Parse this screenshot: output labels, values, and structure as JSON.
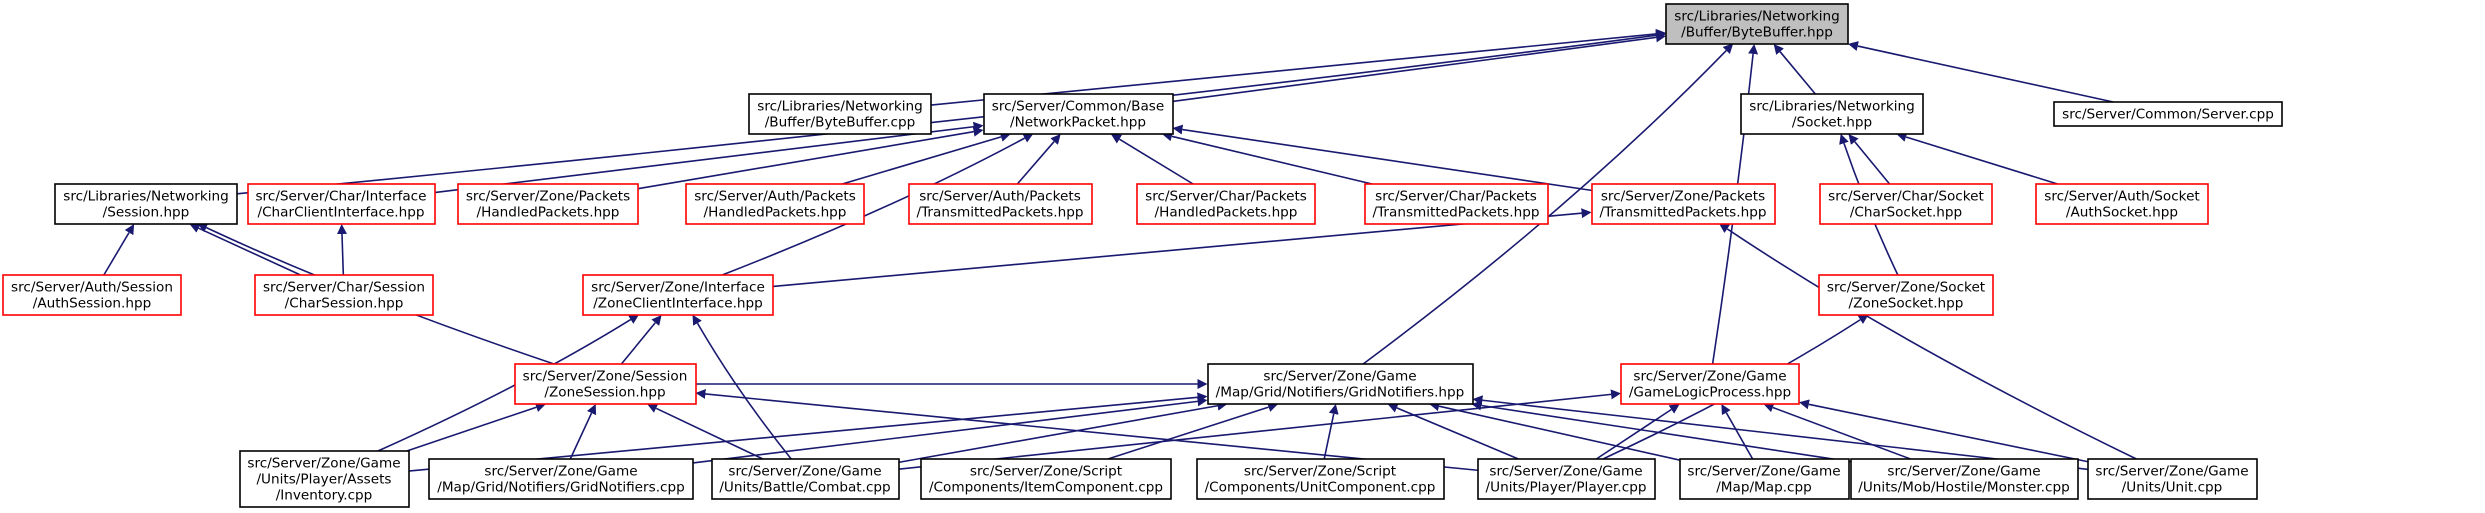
{
  "colors": {
    "edge": "#191970",
    "root_fill": "#bfbfbf",
    "root_border": "#000000",
    "normal_border": "#000000",
    "truncated_border": "#ff0000",
    "node_fill": "#ffffff"
  },
  "nodes": [
    {
      "id": "bytebuffer_hpp",
      "lines": [
        "src/Libraries/Networking",
        "/Buffer/ByteBuffer.hpp"
      ],
      "style": "root"
    },
    {
      "id": "bytebuffer_cpp",
      "lines": [
        "src/Libraries/Networking",
        "/Buffer/ByteBuffer.cpp"
      ],
      "style": "normal"
    },
    {
      "id": "networkpacket_hpp",
      "lines": [
        "src/Server/Common/Base",
        "/NetworkPacket.hpp"
      ],
      "style": "normal"
    },
    {
      "id": "socket_hpp",
      "lines": [
        "src/Libraries/Networking",
        "/Socket.hpp"
      ],
      "style": "normal"
    },
    {
      "id": "server_cpp",
      "lines": [
        "src/Server/Common/Server.cpp"
      ],
      "style": "normal"
    },
    {
      "id": "session_hpp",
      "lines": [
        "src/Libraries/Networking",
        "/Session.hpp"
      ],
      "style": "normal"
    },
    {
      "id": "charclientinterface_hpp",
      "lines": [
        "src/Server/Char/Interface",
        "/CharClientInterface.hpp"
      ],
      "style": "truncated"
    },
    {
      "id": "zone_handledpackets_hpp",
      "lines": [
        "src/Server/Zone/Packets",
        "/HandledPackets.hpp"
      ],
      "style": "truncated"
    },
    {
      "id": "auth_handledpackets_hpp",
      "lines": [
        "src/Server/Auth/Packets",
        "/HandledPackets.hpp"
      ],
      "style": "truncated"
    },
    {
      "id": "auth_transmittedpackets_hpp",
      "lines": [
        "src/Server/Auth/Packets",
        "/TransmittedPackets.hpp"
      ],
      "style": "truncated"
    },
    {
      "id": "char_handledpackets_hpp",
      "lines": [
        "src/Server/Char/Packets",
        "/HandledPackets.hpp"
      ],
      "style": "truncated"
    },
    {
      "id": "char_transmittedpackets_hpp",
      "lines": [
        "src/Server/Char/Packets",
        "/TransmittedPackets.hpp"
      ],
      "style": "truncated"
    },
    {
      "id": "zone_transmittedpackets_hpp",
      "lines": [
        "src/Server/Zone/Packets",
        "/TransmittedPackets.hpp"
      ],
      "style": "truncated"
    },
    {
      "id": "charsocket_hpp",
      "lines": [
        "src/Server/Char/Socket",
        "/CharSocket.hpp"
      ],
      "style": "truncated"
    },
    {
      "id": "authsocket_hpp",
      "lines": [
        "src/Server/Auth/Socket",
        "/AuthSocket.hpp"
      ],
      "style": "truncated"
    },
    {
      "id": "authsession_hpp",
      "lines": [
        "src/Server/Auth/Session",
        "/AuthSession.hpp"
      ],
      "style": "truncated"
    },
    {
      "id": "charsession_hpp",
      "lines": [
        "src/Server/Char/Session",
        "/CharSession.hpp"
      ],
      "style": "truncated"
    },
    {
      "id": "zoneclientinterface_hpp",
      "lines": [
        "src/Server/Zone/Interface",
        "/ZoneClientInterface.hpp"
      ],
      "style": "truncated"
    },
    {
      "id": "zonesocket_hpp",
      "lines": [
        "src/Server/Zone/Socket",
        "/ZoneSocket.hpp"
      ],
      "style": "truncated"
    },
    {
      "id": "zonesession_hpp",
      "lines": [
        "src/Server/Zone/Session",
        "/ZoneSession.hpp"
      ],
      "style": "truncated"
    },
    {
      "id": "gridnotifiers_hpp",
      "lines": [
        "src/Server/Zone/Game",
        "/Map/Grid/Notifiers/GridNotifiers.hpp"
      ],
      "style": "normal"
    },
    {
      "id": "gamelogicprocess_hpp",
      "lines": [
        "src/Server/Zone/Game",
        "/GameLogicProcess.hpp"
      ],
      "style": "truncated"
    },
    {
      "id": "inventory_cpp",
      "lines": [
        "src/Server/Zone/Game",
        "/Units/Player/Assets",
        "/Inventory.cpp"
      ],
      "style": "normal"
    },
    {
      "id": "gridnotifiers_cpp",
      "lines": [
        "src/Server/Zone/Game",
        "/Map/Grid/Notifiers/GridNotifiers.cpp"
      ],
      "style": "normal"
    },
    {
      "id": "combat_cpp",
      "lines": [
        "src/Server/Zone/Game",
        "/Units/Battle/Combat.cpp"
      ],
      "style": "normal"
    },
    {
      "id": "itemcomponent_cpp",
      "lines": [
        "src/Server/Zone/Script",
        "/Components/ItemComponent.cpp"
      ],
      "style": "normal"
    },
    {
      "id": "unitcomponent_cpp",
      "lines": [
        "src/Server/Zone/Script",
        "/Components/UnitComponent.cpp"
      ],
      "style": "normal"
    },
    {
      "id": "player_cpp",
      "lines": [
        "src/Server/Zone/Game",
        "/Units/Player/Player.cpp"
      ],
      "style": "normal"
    },
    {
      "id": "map_cpp",
      "lines": [
        "src/Server/Zone/Game",
        "/Map/Map.cpp"
      ],
      "style": "normal"
    },
    {
      "id": "monster_cpp",
      "lines": [
        "src/Server/Zone/Game",
        "/Units/Mob/Hostile/Monster.cpp"
      ],
      "style": "normal"
    },
    {
      "id": "unit_cpp",
      "lines": [
        "src/Server/Zone/Game",
        "/Units/Unit.cpp"
      ],
      "style": "normal"
    }
  ],
  "edges": [
    [
      "bytebuffer_hpp",
      "bytebuffer_cpp"
    ],
    [
      "bytebuffer_hpp",
      "networkpacket_hpp"
    ],
    [
      "bytebuffer_hpp",
      "socket_hpp"
    ],
    [
      "bytebuffer_hpp",
      "server_cpp"
    ],
    [
      "bytebuffer_hpp",
      "session_hpp"
    ],
    [
      "bytebuffer_hpp",
      "gridnotifiers_hpp"
    ],
    [
      "bytebuffer_hpp",
      "gamelogicprocess_hpp"
    ],
    [
      "networkpacket_hpp",
      "charclientinterface_hpp"
    ],
    [
      "networkpacket_hpp",
      "zone_handledpackets_hpp"
    ],
    [
      "networkpacket_hpp",
      "auth_handledpackets_hpp"
    ],
    [
      "networkpacket_hpp",
      "auth_transmittedpackets_hpp"
    ],
    [
      "networkpacket_hpp",
      "char_handledpackets_hpp"
    ],
    [
      "networkpacket_hpp",
      "char_transmittedpackets_hpp"
    ],
    [
      "networkpacket_hpp",
      "zone_transmittedpackets_hpp"
    ],
    [
      "networkpacket_hpp",
      "zoneclientinterface_hpp"
    ],
    [
      "socket_hpp",
      "charsocket_hpp"
    ],
    [
      "socket_hpp",
      "authsocket_hpp"
    ],
    [
      "socket_hpp",
      "zonesocket_hpp"
    ],
    [
      "session_hpp",
      "authsession_hpp"
    ],
    [
      "session_hpp",
      "charsession_hpp"
    ],
    [
      "session_hpp",
      "zonesession_hpp"
    ],
    [
      "charclientinterface_hpp",
      "charsession_hpp"
    ],
    [
      "zone_transmittedpackets_hpp",
      "zoneclientinterface_hpp"
    ],
    [
      "zone_transmittedpackets_hpp",
      "unit_cpp"
    ],
    [
      "zoneclientinterface_hpp",
      "zonesession_hpp"
    ],
    [
      "zoneclientinterface_hpp",
      "inventory_cpp"
    ],
    [
      "zoneclientinterface_hpp",
      "combat_cpp"
    ],
    [
      "zonesocket_hpp",
      "player_cpp"
    ],
    [
      "zonesession_hpp",
      "inventory_cpp"
    ],
    [
      "zonesession_hpp",
      "gridnotifiers_cpp"
    ],
    [
      "zonesession_hpp",
      "combat_cpp"
    ],
    [
      "zonesession_hpp",
      "player_cpp"
    ],
    [
      "gridnotifiers_hpp",
      "zonesession_hpp"
    ],
    [
      "gridnotifiers_hpp",
      "inventory_cpp"
    ],
    [
      "gridnotifiers_hpp",
      "gridnotifiers_cpp"
    ],
    [
      "gridnotifiers_hpp",
      "combat_cpp"
    ],
    [
      "gridnotifiers_hpp",
      "itemcomponent_cpp"
    ],
    [
      "gridnotifiers_hpp",
      "unitcomponent_cpp"
    ],
    [
      "gridnotifiers_hpp",
      "player_cpp"
    ],
    [
      "gridnotifiers_hpp",
      "map_cpp"
    ],
    [
      "gridnotifiers_hpp",
      "monster_cpp"
    ],
    [
      "gridnotifiers_hpp",
      "unit_cpp"
    ],
    [
      "gamelogicprocess_hpp",
      "combat_cpp"
    ],
    [
      "gamelogicprocess_hpp",
      "player_cpp"
    ],
    [
      "gamelogicprocess_hpp",
      "map_cpp"
    ],
    [
      "gamelogicprocess_hpp",
      "monster_cpp"
    ],
    [
      "gamelogicprocess_hpp",
      "unit_cpp"
    ]
  ]
}
